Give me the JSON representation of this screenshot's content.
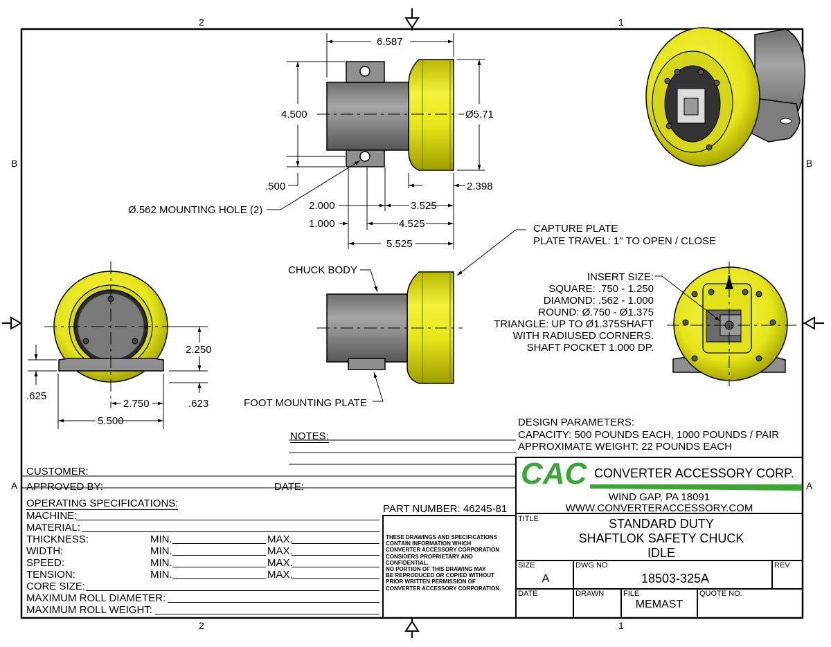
{
  "border": {
    "zone_top": [
      "2",
      "1"
    ],
    "zone_bottom": [
      "2",
      "1"
    ],
    "zone_left": [
      "B",
      "A"
    ],
    "zone_right": [
      "B",
      "A"
    ]
  },
  "top_view": {
    "dims": {
      "overall_length": "6.587",
      "height": "4.500",
      "diameter": "Ø5.71",
      "hole_offset": ".500",
      "plate_length": "2.398",
      "d2000": "2.000",
      "d3525": "3.525",
      "d1000": "1.000",
      "d4525": "4.525",
      "d5525": "5.525"
    },
    "hole_note": "Ø.562 MOUNTING HOLE (2)"
  },
  "side_view": {
    "capture_plate": "CAPTURE PLATE",
    "plate_travel": "PLATE TRAVEL: 1\" TO OPEN / CLOSE",
    "chuck_body": "CHUCK BODY",
    "foot_plate": "FOOT MOUNTING PLATE"
  },
  "end_view": {
    "dims": {
      "d2250": "2.250",
      "d625": ".625",
      "d2750": "2.750",
      "d623": ".623",
      "d5500": "5.500"
    }
  },
  "insert_notes": [
    "INSERT SIZE:",
    "SQUARE: .750 - 1.250",
    "DIAMOND: .562 - 1.000",
    "ROUND: Ø.750 - Ø1.375",
    "TRIANGLE: UP TO Ø1.375SHAFT",
    "WITH RADIUSED CORNERS.",
    "SHAFT POCKET 1.000 DP."
  ],
  "design_parameters": {
    "heading": "DESIGN PARAMETERS:",
    "capacity": "CAPACITY: 500 POUNDS EACH, 1000 POUNDS / PAIR",
    "weight": "APPROXIMATE WEIGHT: 22 POUNDS EACH"
  },
  "notes_label": "NOTES:",
  "customer_block": {
    "customer": "CUSTOMER:",
    "approved_by": "APPROVED BY:",
    "date": "DATE:"
  },
  "operating_specs": {
    "heading": "OPERATING SPECIFICATIONS:",
    "machine": "MACHINE:",
    "material": "MATERIAL:",
    "rows": [
      {
        "label": "THICKNESS:",
        "min": "MIN.",
        "max": "MAX."
      },
      {
        "label": "WIDTH:",
        "min": "MIN.",
        "max": "MAX."
      },
      {
        "label": "SPEED:",
        "min": "MIN.",
        "max": "MAX."
      },
      {
        "label": "TENSION:",
        "min": "MIN.",
        "max": "MAX."
      }
    ],
    "core_size": "CORE SIZE:",
    "max_roll_diameter": "MAXIMUM ROLL DIAMETER:",
    "max_roll_weight": "MAXIMUM ROLL WEIGHT:"
  },
  "part_number": "PART NUMBER: 46245-81",
  "proprietary": [
    "THESE DRAWINGS AND SPECIFICATIONS",
    "CONTAIN INFORMATION WHICH",
    "CONVERTER ACCESSORY CORPORATION",
    "CONSIDERS PROPRIETARY AND",
    "CONFIDENTIAL.",
    "NO PORTION OF THIS DRAWING MAY",
    "BE REPRODUCED OR COPIED WITHOUT",
    "PRIOR WRITTEN PERMISSION OF",
    "CONVERTER ACCESSORY CORPORATION."
  ],
  "company": {
    "logo": "CAC",
    "name": "CONVERTER ACCESSORY CORP.",
    "address": "WIND GAP, PA 18091",
    "website": "WWW.CONVERTERACCESSORY.COM",
    "logo_color": "#3aa637"
  },
  "title_block": {
    "title_label": "TITLE",
    "title_lines": [
      "STANDARD DUTY",
      "SHAFTLOK SAFETY CHUCK",
      "IDLE"
    ],
    "size_label": "SIZE",
    "size": "A",
    "dwg_label": "DWG NO",
    "dwg_no": "18503-325A",
    "rev_label": "REV",
    "date_label": "DATE",
    "drawn_label": "DRAWN",
    "file_label": "FILE",
    "file": "MEMAST",
    "quote_label": "QUOTE NO."
  },
  "colors": {
    "body_yellow": "#e8e81a",
    "body_gray": "#8c8c8c",
    "logo_green": "#3aa637"
  }
}
